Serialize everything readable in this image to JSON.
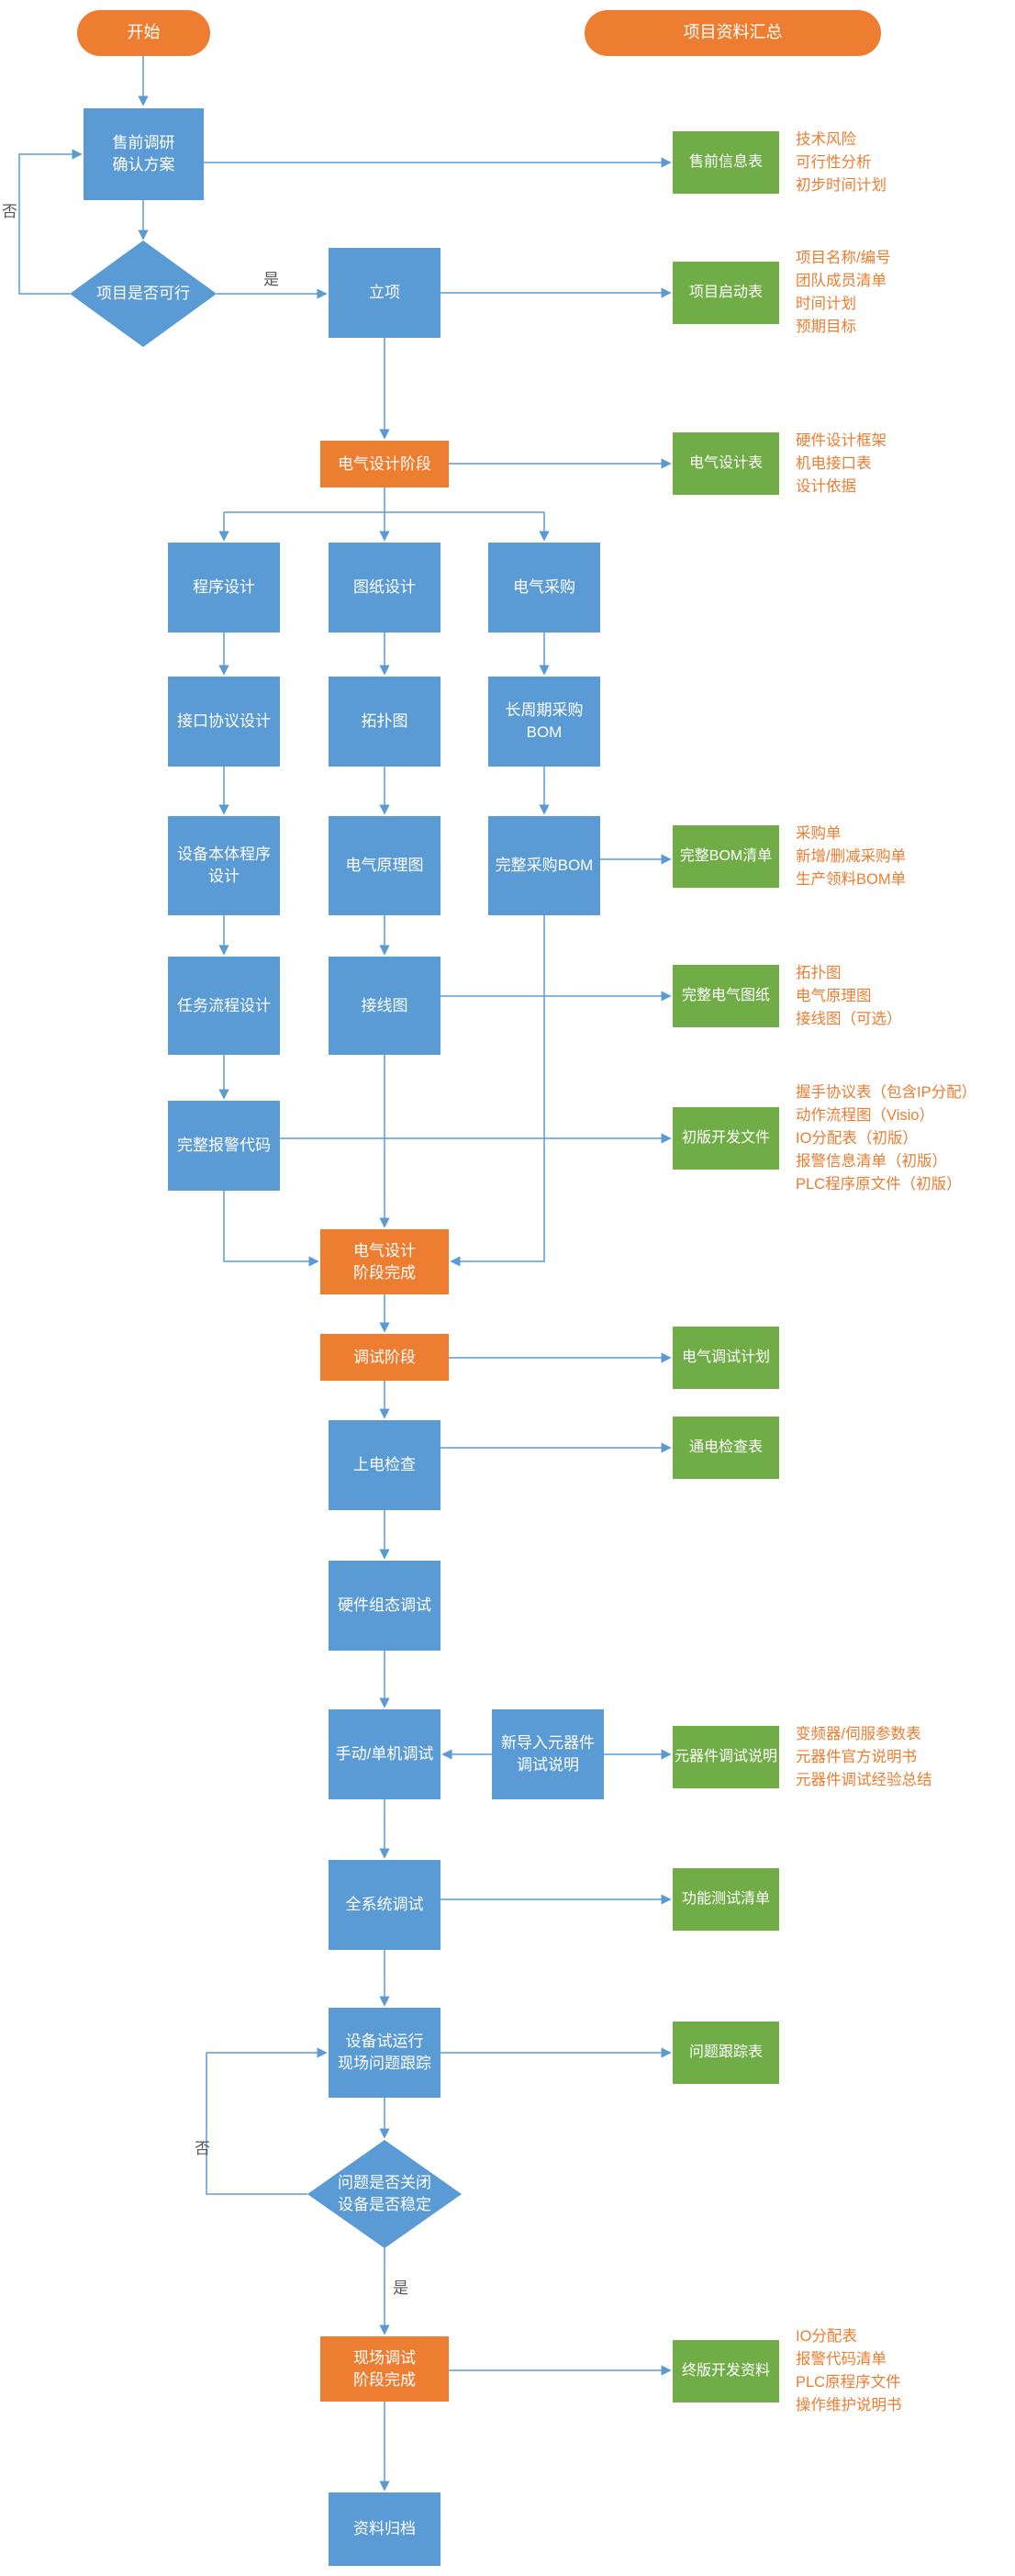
{
  "colors": {
    "process_blue": "#5B9BD5",
    "stage_orange": "#ED7D31",
    "output_green": "#70AD47",
    "annotation_orange": "#ED7D31",
    "connector_blue": "#5B9BD5",
    "label_gray": "#595959"
  },
  "terminals": {
    "start": "开始",
    "summary": "项目资料汇总"
  },
  "edge_labels": {
    "no1": "否",
    "yes1": "是",
    "no2": "否",
    "yes2": "是"
  },
  "nodes": {
    "presales": "售前调研\n确认方案",
    "feasible": "项目是否可行",
    "approve": "立项",
    "stage_elec": "电气设计阶段",
    "program_design": "程序设计",
    "drawing_design": "图纸设计",
    "elec_purchase": "电气采购",
    "interface_design": "接口协议设计",
    "topology": "拓扑图",
    "long_bom": "长周期采购\nBOM",
    "device_program": "设备本体程序\n设计",
    "schematic": "电气原理图",
    "full_bom": "完整采购BOM",
    "task_flow": "任务流程设计",
    "wiring": "接线图",
    "alarm_code": "完整报警代码",
    "stage_elec_done": "电气设计\n阶段完成",
    "stage_debug": "调试阶段",
    "power_check": "上电检查",
    "hw_debug": "硬件组态调试",
    "manual_debug": "手动/单机调试",
    "new_component": "新导入元器件\n调试说明",
    "system_debug": "全系统调试",
    "trial_run": "设备试运行\n现场问题跟踪",
    "stable": "问题是否关闭\n设备是否稳定",
    "site_done": "现场调试\n阶段完成",
    "archive": "资料归档"
  },
  "outputs": {
    "presale_info": "售前信息表",
    "project_start": "项目启动表",
    "elec_design": "电气设计表",
    "bom_list": "完整BOM清单",
    "elec_drawings": "完整电气图纸",
    "dev_files_v1": "初版开发文件",
    "debug_plan": "电气调试计划",
    "power_checklist": "通电检查表",
    "component_doc": "元器件调试说明",
    "function_test": "功能测试清单",
    "issue_tracking": "问题跟踪表",
    "dev_files_final": "终版开发资料"
  },
  "annotations": {
    "presale_info": "技术风险\n可行性分析\n初步时间计划",
    "project_start": "项目名称/编号\n团队成员清单\n时间计划\n预期目标",
    "elec_design": "硬件设计框架\n机电接口表\n设计依据",
    "bom_list": "采购单\n新增/删减采购单\n生产领料BOM单",
    "elec_drawings": "拓扑图\n电气原理图\n接线图（可选）",
    "dev_files_v1": "握手协议表（包含IP分配）\n动作流程图（Visio）\nIO分配表（初版）\n报警信息清单（初版）\nPLC程序原文件（初版）",
    "component_doc": "变频器/伺服参数表\n元器件官方说明书\n元器件调试经验总结",
    "dev_files_final": "IO分配表\n报警代码清单\nPLC原程序文件\n操作维护说明书"
  }
}
